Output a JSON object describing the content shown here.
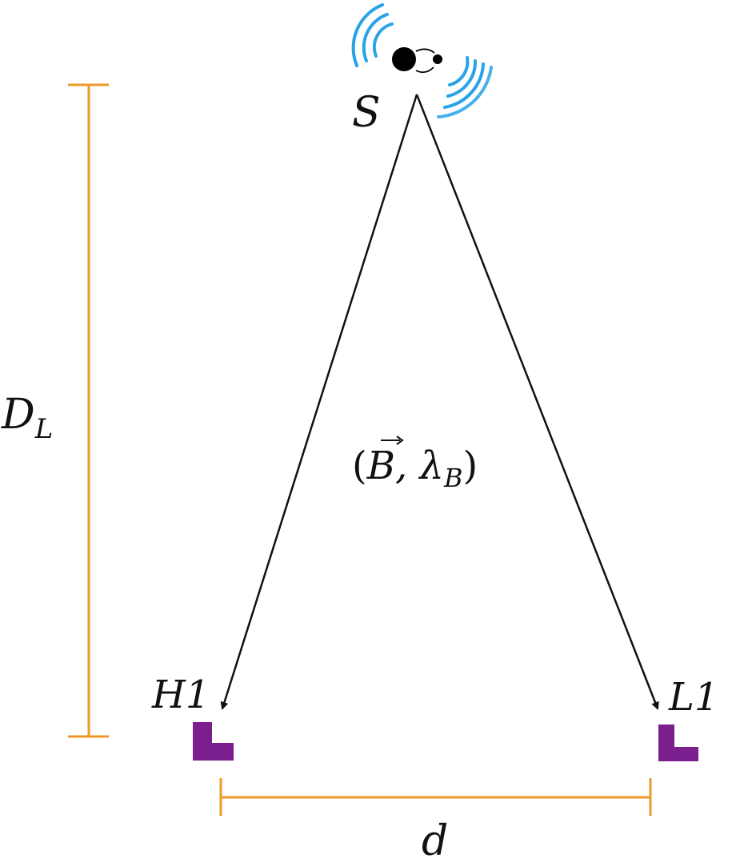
{
  "source": {
    "label": "S"
  },
  "detectors": [
    {
      "label": "H1"
    },
    {
      "label": "L1"
    }
  ],
  "distance_label": {
    "main": "D",
    "sub": "L"
  },
  "separation_label": "d",
  "wave_params": {
    "open": "(",
    "B": "B",
    "comma": ", λ",
    "sub": "B",
    "close": ")"
  },
  "colors": {
    "arrow": "#111111",
    "bracket": "#ee9a2a",
    "detector": "#7b1f8e",
    "waves": "#29a3e6",
    "source": "#000000"
  }
}
